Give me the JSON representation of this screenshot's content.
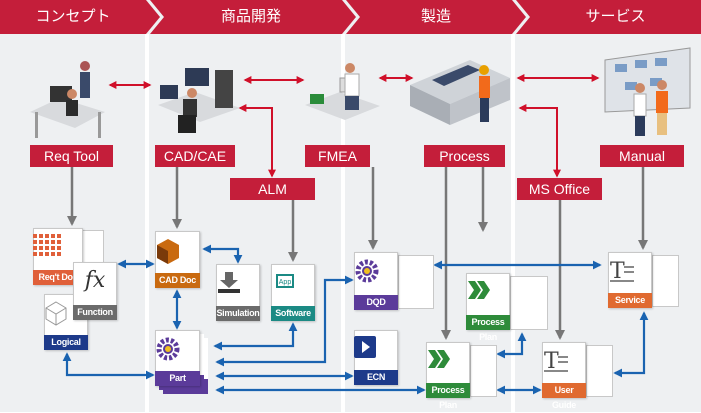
{
  "phases": [
    "コンセプト",
    "商品開発",
    "製造",
    "サービス"
  ],
  "tools": {
    "req_tool": "Req Tool",
    "cad_cae": "CAD/CAE",
    "alm": "ALM",
    "fmea": "FMEA",
    "process": "Process",
    "ms_office": "MS Office",
    "manual": "Manual"
  },
  "documents": {
    "reqt_doc": "Req't Doc",
    "function": "Function",
    "logical": "Logical",
    "cad_doc": "CAD Doc",
    "simulation": "Simulation",
    "software": "Software",
    "part": "Part",
    "dqd": "DQD",
    "ecn": "ECN",
    "process_plan_top": "Process Plan",
    "process_plan_bottom": "Process Plan",
    "user_guide": "User Guide",
    "service": "Service"
  },
  "icon_texts": {
    "app": "App",
    "fx": "fx"
  },
  "colors": {
    "header_red": "#c41e3a",
    "background": "#eef0f2",
    "tool_arrow": "#d0102a",
    "flow_arrow": "#777777",
    "link_arrow": "#1a63b0",
    "req_orange": "#e0603a",
    "gray_label": "#6b6b6b",
    "navy": "#1d3a8a",
    "cad_orange": "#c96a10",
    "teal": "#1b8a84",
    "purple": "#5b3b9a",
    "green": "#2e8b3a",
    "doc_orange": "#e06a30"
  }
}
